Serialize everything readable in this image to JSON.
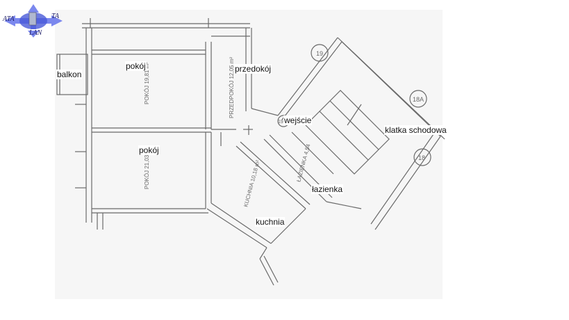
{
  "logo": {
    "text_left": "ATA",
    "text_right": "TA",
    "text_bottom": "LAN",
    "accent": "#7b88ee"
  },
  "rooms": {
    "balkon": "balkon",
    "pokoj_top": "pokój",
    "przedpokoj": "przedokój",
    "wejscie": "wejście",
    "klatka": "klatka schodowa",
    "pokoj_bottom": "pokój",
    "lazienka": "łazienka",
    "kuchnia": "kuchnia"
  },
  "plan_marks": {
    "num_19": "19",
    "num_18a": "18A",
    "num_18": "18",
    "num_19a": "19A",
    "area_pokoj1": "POKÓJ 19,81 m²",
    "area_pokoj2": "POKÓJ 21,03 m²",
    "area_przedpokoj": "PRZEDPOKÓJ 12,05 m²",
    "area_kuchnia": "KUCHNIA 10,18 m²",
    "area_lazienka": "ŁAZIENKA 4,54"
  },
  "colors": {
    "paper": "#f6f6f6",
    "ink": "#6a6a6a",
    "label_bg": "#ffffff"
  }
}
